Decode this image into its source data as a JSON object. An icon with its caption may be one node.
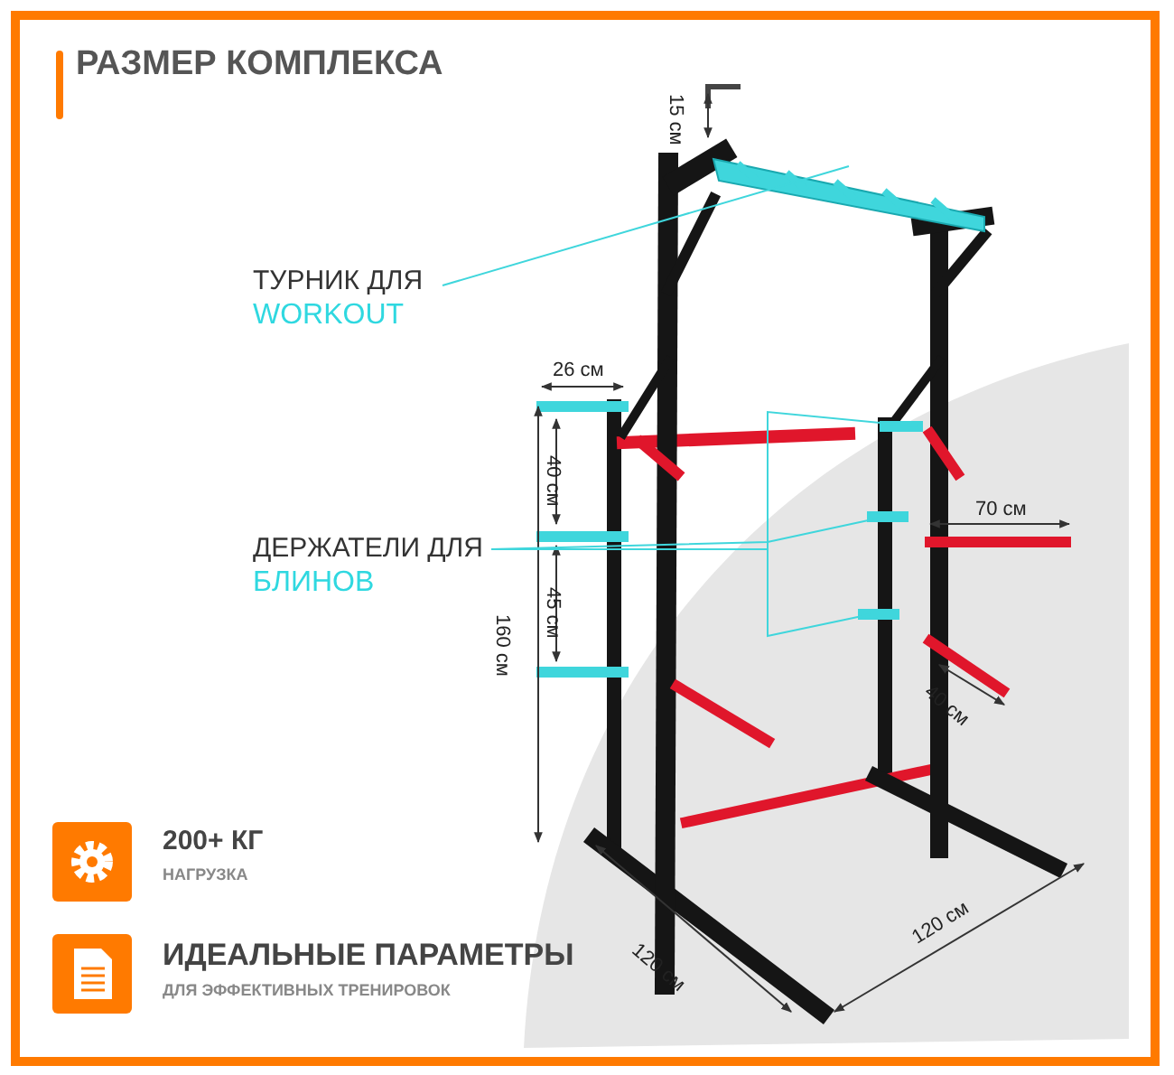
{
  "diagram": {
    "title": "РАЗМЕР КОМПЛЕКСА",
    "nodes": [
      {
        "text": [
          "ТУРНИК ДЛЯ",
          "WORKOUT"
        ]
      },
      {
        "text": [
          "ДЕРЖАТЕЛИ ДЛЯ",
          "БЛИНОВ"
        ]
      }
    ],
    "edges": [
      {
        "from": 0,
        "to": null,
        "arrow": "none"
      },
      {
        "from": 1,
        "to": null,
        "arrow": "none"
      },
      {
        "from": 1,
        "to": null,
        "arrow": "none"
      },
      {
        "from": 1,
        "to": null,
        "arrow": "none"
      }
    ],
    "labels": [
      "15 см",
      "26 см",
      "40 см",
      "45 см",
      "160 см",
      "70 см",
      "40 см",
      "120 см",
      "120 см",
      "200+ КГ",
      "НАГРУЗКА",
      "ИДЕАЛЬНЫЕ ПАРАМЕТРЫ",
      "ДЛЯ ЭФФЕКТИВНЫХ ТРЕНИРОВОК"
    ]
  }
}
